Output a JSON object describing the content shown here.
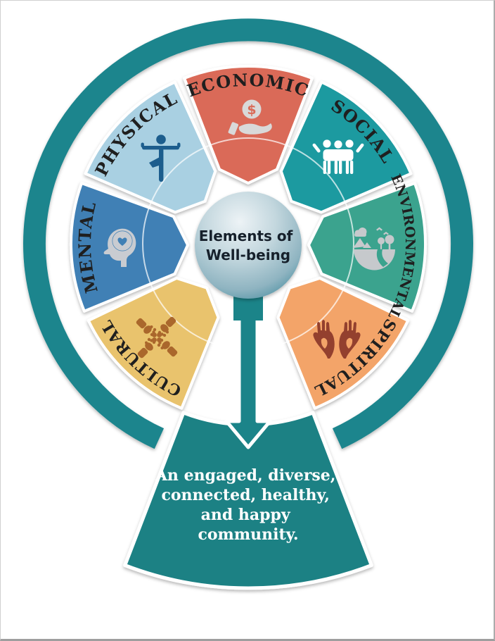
{
  "title": {
    "center_line1": "Elements of",
    "center_line2": "Well-being"
  },
  "sectors": [
    {
      "label": "ECONOMIC",
      "color": "#da6b58",
      "icon": "hand-dollar-icon",
      "icon_color": "#d9d9d9"
    },
    {
      "label": "SOCIAL",
      "color": "#1b9aa0",
      "icon": "three-people-icon",
      "icon_color": "#ffffff"
    },
    {
      "label": "ENVIRONMENTAL",
      "color": "#3aa38e",
      "icon": "landscape-globe-icon",
      "icon_color": "#c6c9cc"
    },
    {
      "label": "SPIRITUAL",
      "color": "#f3a469",
      "icon": "open-hands-icon",
      "icon_color": "#93402e"
    },
    {
      "label": "CULTURAL",
      "color": "#e9c36d",
      "icon": "four-hands-icon",
      "icon_color": "#aa672c"
    },
    {
      "label": "MENTAL",
      "color": "#4080b5",
      "icon": "head-heart-icon",
      "icon_color": "#c9ccd1"
    },
    {
      "label": "PHYSICAL",
      "color": "#a9d0e2",
      "icon": "yoga-pose-icon",
      "icon_color": "#1c5d8d"
    }
  ],
  "economic_symbol": "$",
  "footer": {
    "lines": [
      "An engaged, diverse,",
      "connected, healthy,",
      "and happy",
      "community."
    ]
  },
  "colors": {
    "ring": "#1b858d",
    "pedestal": "#1b8184",
    "arrow": "#1b8489",
    "label_text": "#1f1f1f",
    "center_text": "#16202b",
    "footer_text": "#ffffff"
  }
}
